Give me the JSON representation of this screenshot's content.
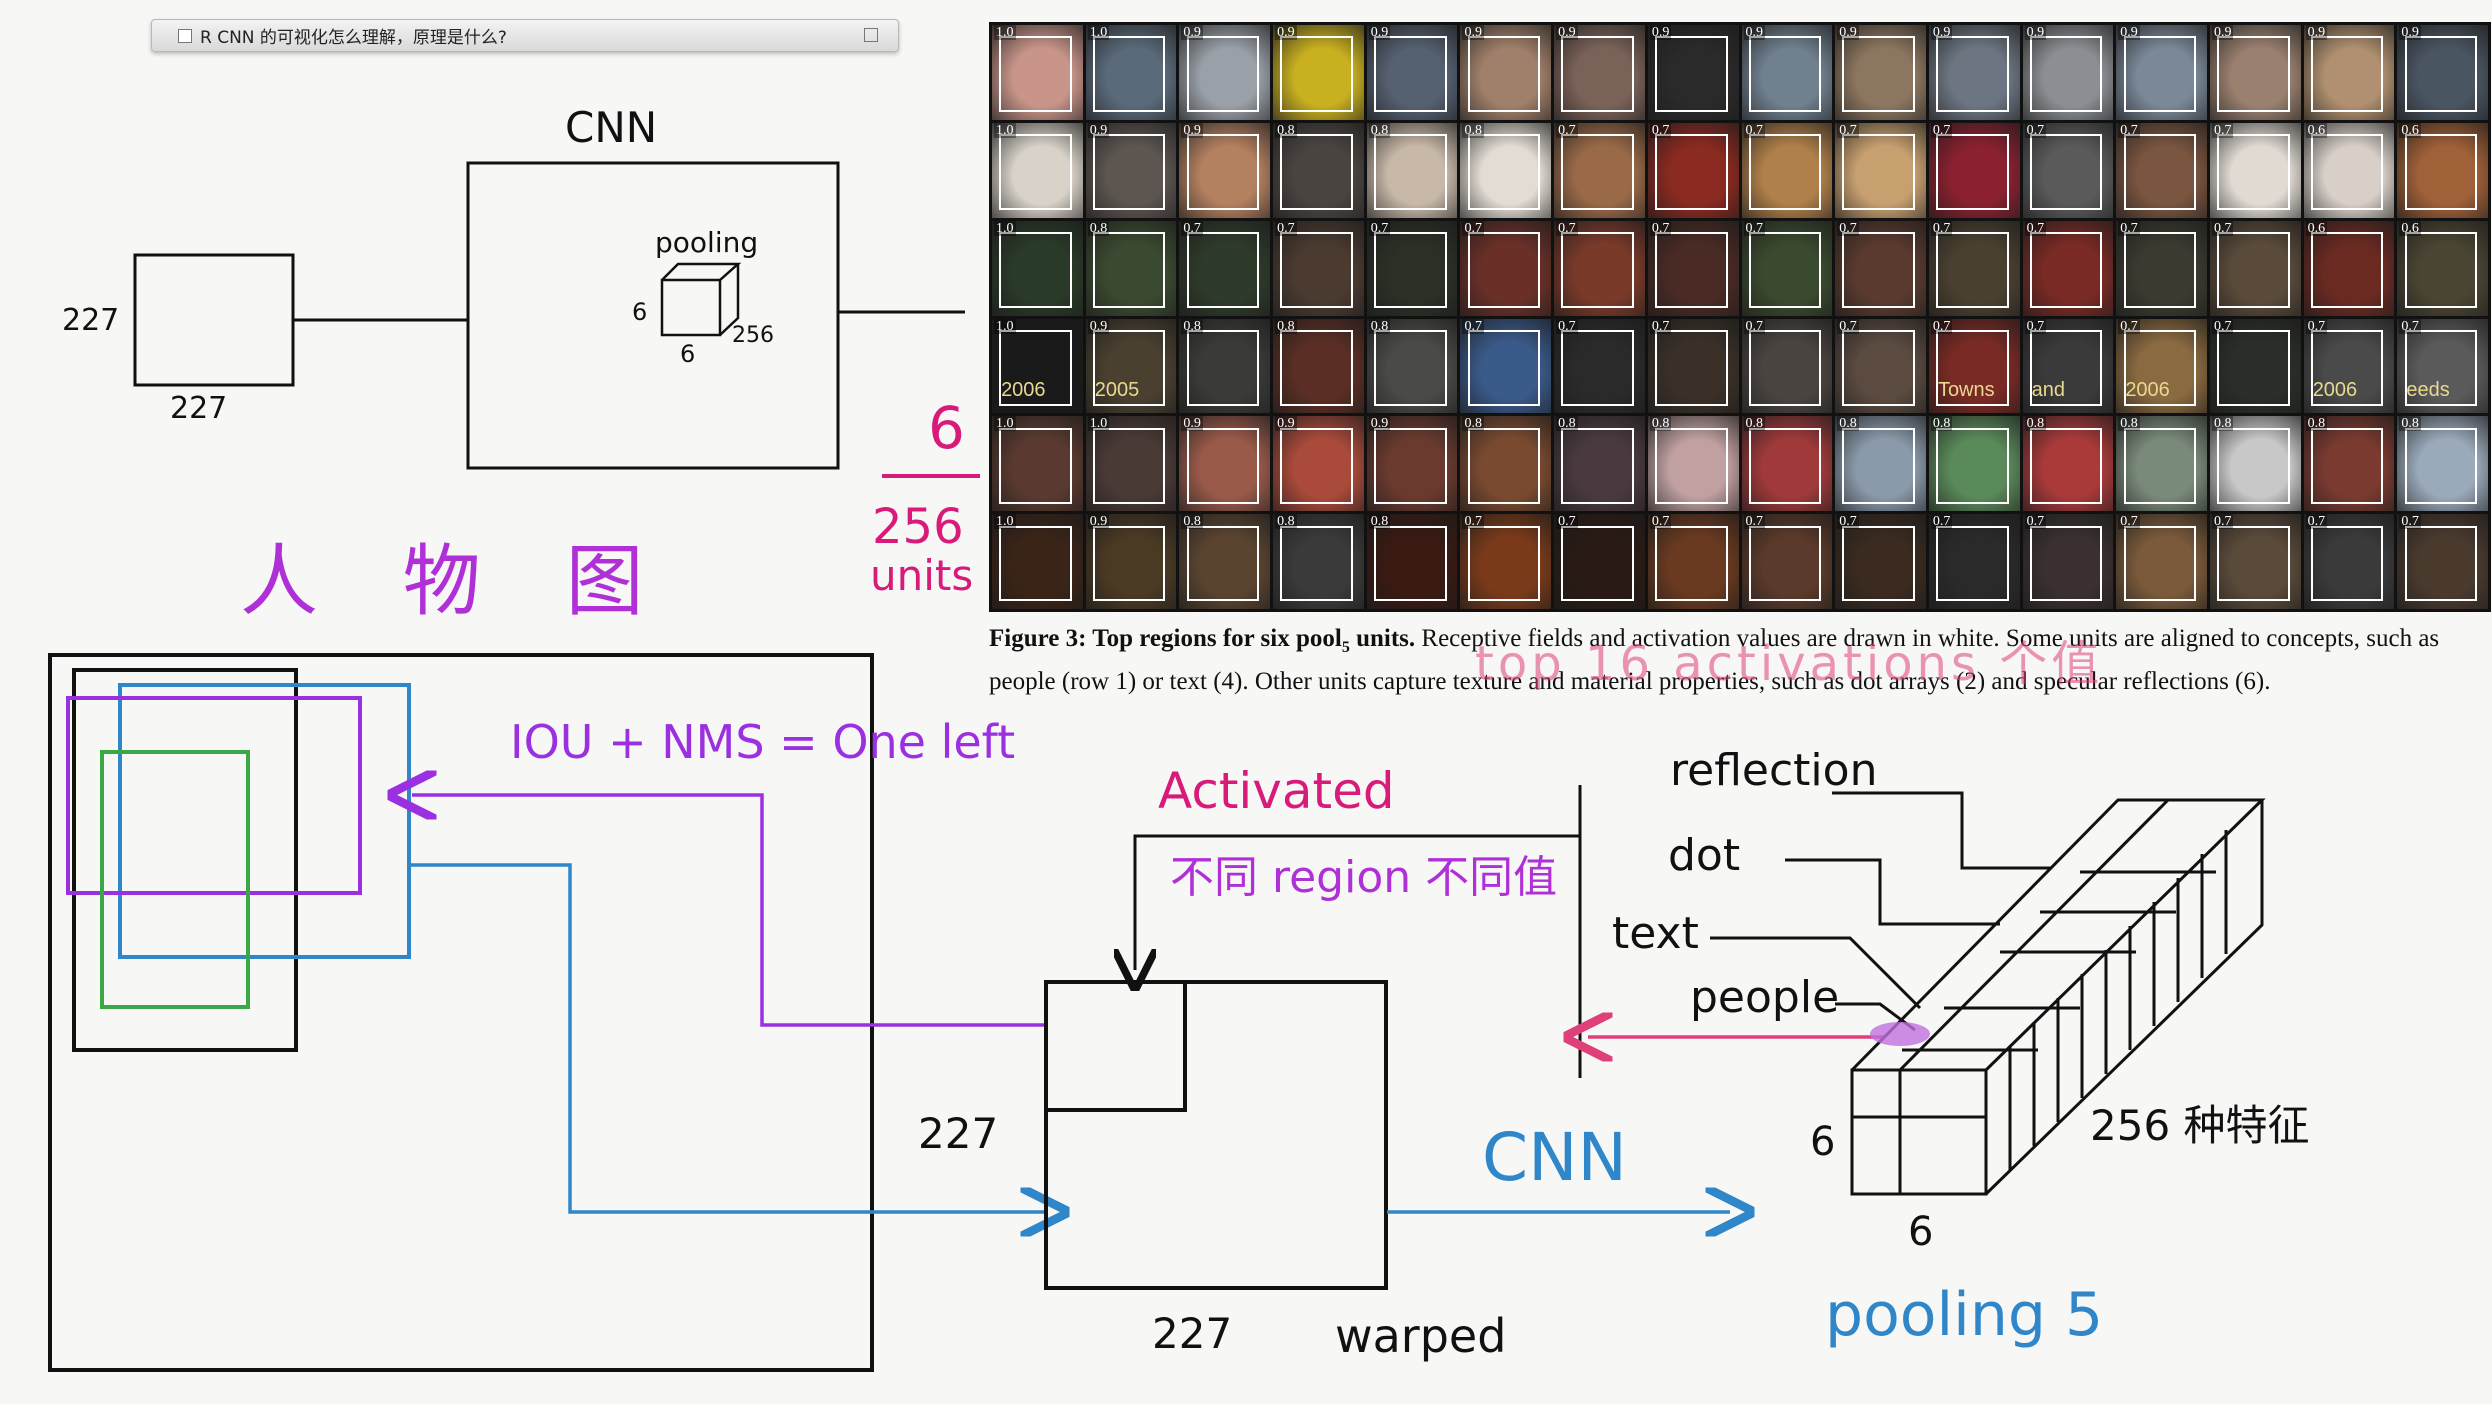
{
  "window": {
    "title": "R CNN 的可视化怎么理解，原理是什么?"
  },
  "figure": {
    "caption_bold": "Figure 3: Top regions for six pool",
    "caption_sub": "5",
    "caption_bold2": " units.",
    "caption_text": " Receptive fields and activation values are drawn in white. Some units are aligned to concepts, such as people (row 1) or text (4). Other units capture texture and material properties, such as dot arrays (2) and specular reflections (6).",
    "rows": [
      {
        "values": [
          "1.0",
          "1.0",
          "0.9",
          "0.9",
          "0.9",
          "0.9",
          "0.9",
          "0.9",
          "0.9",
          "0.9",
          "0.9",
          "0.9",
          "0.9",
          "0.9",
          "0.9",
          "0.9"
        ],
        "colors": [
          "#c9958a",
          "#5a6a7a",
          "#9aa0a8",
          "#c8b020",
          "#556070",
          "#a0806a",
          "#7a6258",
          "#2a2a2a",
          "#70808f",
          "#8d7660",
          "#6c7682",
          "#8b8f93",
          "#7a8898",
          "#9a806f",
          "#b09070",
          "#4a5562"
        ]
      },
      {
        "values": [
          "1.0",
          "0.9",
          "0.9",
          "0.8",
          "0.8",
          "0.8",
          "0.7",
          "0.7",
          "0.7",
          "0.7",
          "0.7",
          "0.7",
          "0.7",
          "0.7",
          "0.6",
          "0.6"
        ],
        "colors": [
          "#d8d2c8",
          "#5c5550",
          "#b38060",
          "#4a4440",
          "#c8b8a8",
          "#e2dcd2",
          "#9a6a48",
          "#8a2a20",
          "#b0804a",
          "#c8a070",
          "#8a2030",
          "#5a5a5a",
          "#7a5540",
          "#e0dad2",
          "#d8d0c8",
          "#a06038"
        ]
      },
      {
        "values": [
          "1.0",
          "0.8",
          "0.7",
          "0.7",
          "0.7",
          "0.7",
          "0.7",
          "0.7",
          "0.7",
          "0.7",
          "0.7",
          "0.7",
          "0.7",
          "0.7",
          "0.6",
          "0.6"
        ],
        "colors": [
          "#2a3a28",
          "#3a4a30",
          "#2e3a2a",
          "#4a3a30",
          "#2a3026",
          "#6a3028",
          "#7a3a2a",
          "#4a2a24",
          "#3a4a2e",
          "#5a3a2e",
          "#4a4030",
          "#7a2a24",
          "#3a3a30",
          "#5a4a3a",
          "#6a2a22",
          "#4a4432"
        ]
      },
      {
        "values": [
          "1.0",
          "0.9",
          "0.8",
          "0.8",
          "0.8",
          "0.7",
          "0.7",
          "0.7",
          "0.7",
          "0.7",
          "0.7",
          "0.7",
          "0.7",
          "0.7",
          "0.7",
          "0.7"
        ],
        "colors": [
          "#1a1a1a",
          "#4a4030",
          "#3a3a38",
          "#5a2e24",
          "#4a4a48",
          "#3a5a8a",
          "#2a2a2a",
          "#3a3028",
          "#4a4440",
          "#5a4a40",
          "#7a2a24",
          "#3a3a3a",
          "#8a6a40",
          "#2a2e28",
          "#4a4a4a",
          "#5a5a5a"
        ]
      },
      {
        "values": [
          "1.0",
          "1.0",
          "0.9",
          "0.9",
          "0.9",
          "0.8",
          "0.8",
          "0.8",
          "0.8",
          "0.8",
          "0.8",
          "0.8",
          "0.8",
          "0.8",
          "0.8",
          "0.8"
        ],
        "colors": [
          "#5a3a30",
          "#4a3a36",
          "#9a5a4a",
          "#aa4a3a",
          "#6a3a2e",
          "#7a4a30",
          "#4a3a40",
          "#c0a0a0",
          "#a03a3a",
          "#8a9aaa",
          "#5a8a5a",
          "#aa3a3a",
          "#7a8a7a",
          "#c8c8c8",
          "#7a3a30",
          "#9aaaba"
        ]
      },
      {
        "values": [
          "1.0",
          "0.9",
          "0.8",
          "0.8",
          "0.8",
          "0.7",
          "0.7",
          "0.7",
          "0.7",
          "0.7",
          "0.7",
          "0.7",
          "0.7",
          "0.7",
          "0.7",
          "0.7"
        ],
        "colors": [
          "#3a2418",
          "#4a3a24",
          "#5a4430",
          "#3a3a3a",
          "#3a1a12",
          "#7a3a1a",
          "#2a1a14",
          "#6a3a20",
          "#5a3a2a",
          "#3a2a20",
          "#2a2a2a",
          "#3a3030",
          "#7a5a3a",
          "#5a4a3a",
          "#3a3a3a",
          "#4a3a2e"
        ]
      }
    ],
    "cell_text": {
      "r3c0": "2006",
      "r3c1": "2005",
      "r3c11": "and",
      "r3c12": "2006",
      "r3c14": "2006",
      "r3c10": "Towns",
      "r3c15": "eeds"
    }
  },
  "annotations": {
    "cnn_top": "CNN",
    "pooling_small": "pooling",
    "dim_6": "6",
    "dim_256": "256",
    "input_227_left": "227",
    "input_227_bottom": "227",
    "fraction_num": "6",
    "fraction_den": "256",
    "fraction_unit": "units",
    "person_label": "人 物 图",
    "iou_nms": "IOU + NMS = One left",
    "activated": "Activated",
    "different_region": "不同 region 不同值",
    "reflection": "reflection",
    "dot": "dot",
    "text_label": "text",
    "people": "people",
    "warped_227_side": "227",
    "warped_227_bottom": "227",
    "warped": "warped",
    "cnn_arrow": "CNN",
    "block_6_side": "6",
    "block_6_bottom": "6",
    "block_256": "256 种特征",
    "pooling5": "pooling 5",
    "top16": "top 16 activations 个值"
  },
  "colors": {
    "ink": "#111111",
    "magenta": "#d81b7a",
    "purple": "#9b30e0",
    "blue": "#2f86c8",
    "green": "#3aa845",
    "pink": "#e0407a"
  }
}
